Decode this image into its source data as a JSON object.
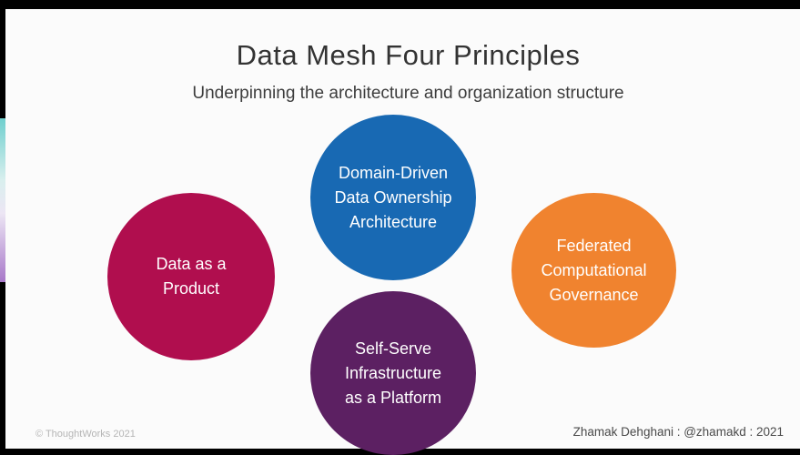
{
  "slide": {
    "title": "Data Mesh Four Principles",
    "subtitle": "Underpinning the architecture and organization structure",
    "principles": [
      {
        "id": "domain-driven-data-ownership",
        "label": "Domain-Driven\nData Ownership\nArchitecture",
        "color": "#1869b3"
      },
      {
        "id": "data-as-a-product",
        "label": "Data as a\nProduct",
        "color": "#b00e4e"
      },
      {
        "id": "federated-computational-governance",
        "label": "Federated\nComputational\nGovernance",
        "color": "#f0832f"
      },
      {
        "id": "self-serve-infrastructure",
        "label": "Self-Serve\nInfrastructure\nas a Platform",
        "color": "#5c2062"
      }
    ],
    "footer_left": "© ThoughtWorks 2021",
    "footer_right": "Zhamak Dehghani : @zhamakd : 2021",
    "colors": {
      "slide_background": "#fbfbfb",
      "letterbox": "#000000",
      "title_text": "#333333",
      "circle_text": "#ffffff",
      "edge_strip_top": "#6fcfce",
      "edge_strip_bottom": "#a878c9"
    }
  }
}
